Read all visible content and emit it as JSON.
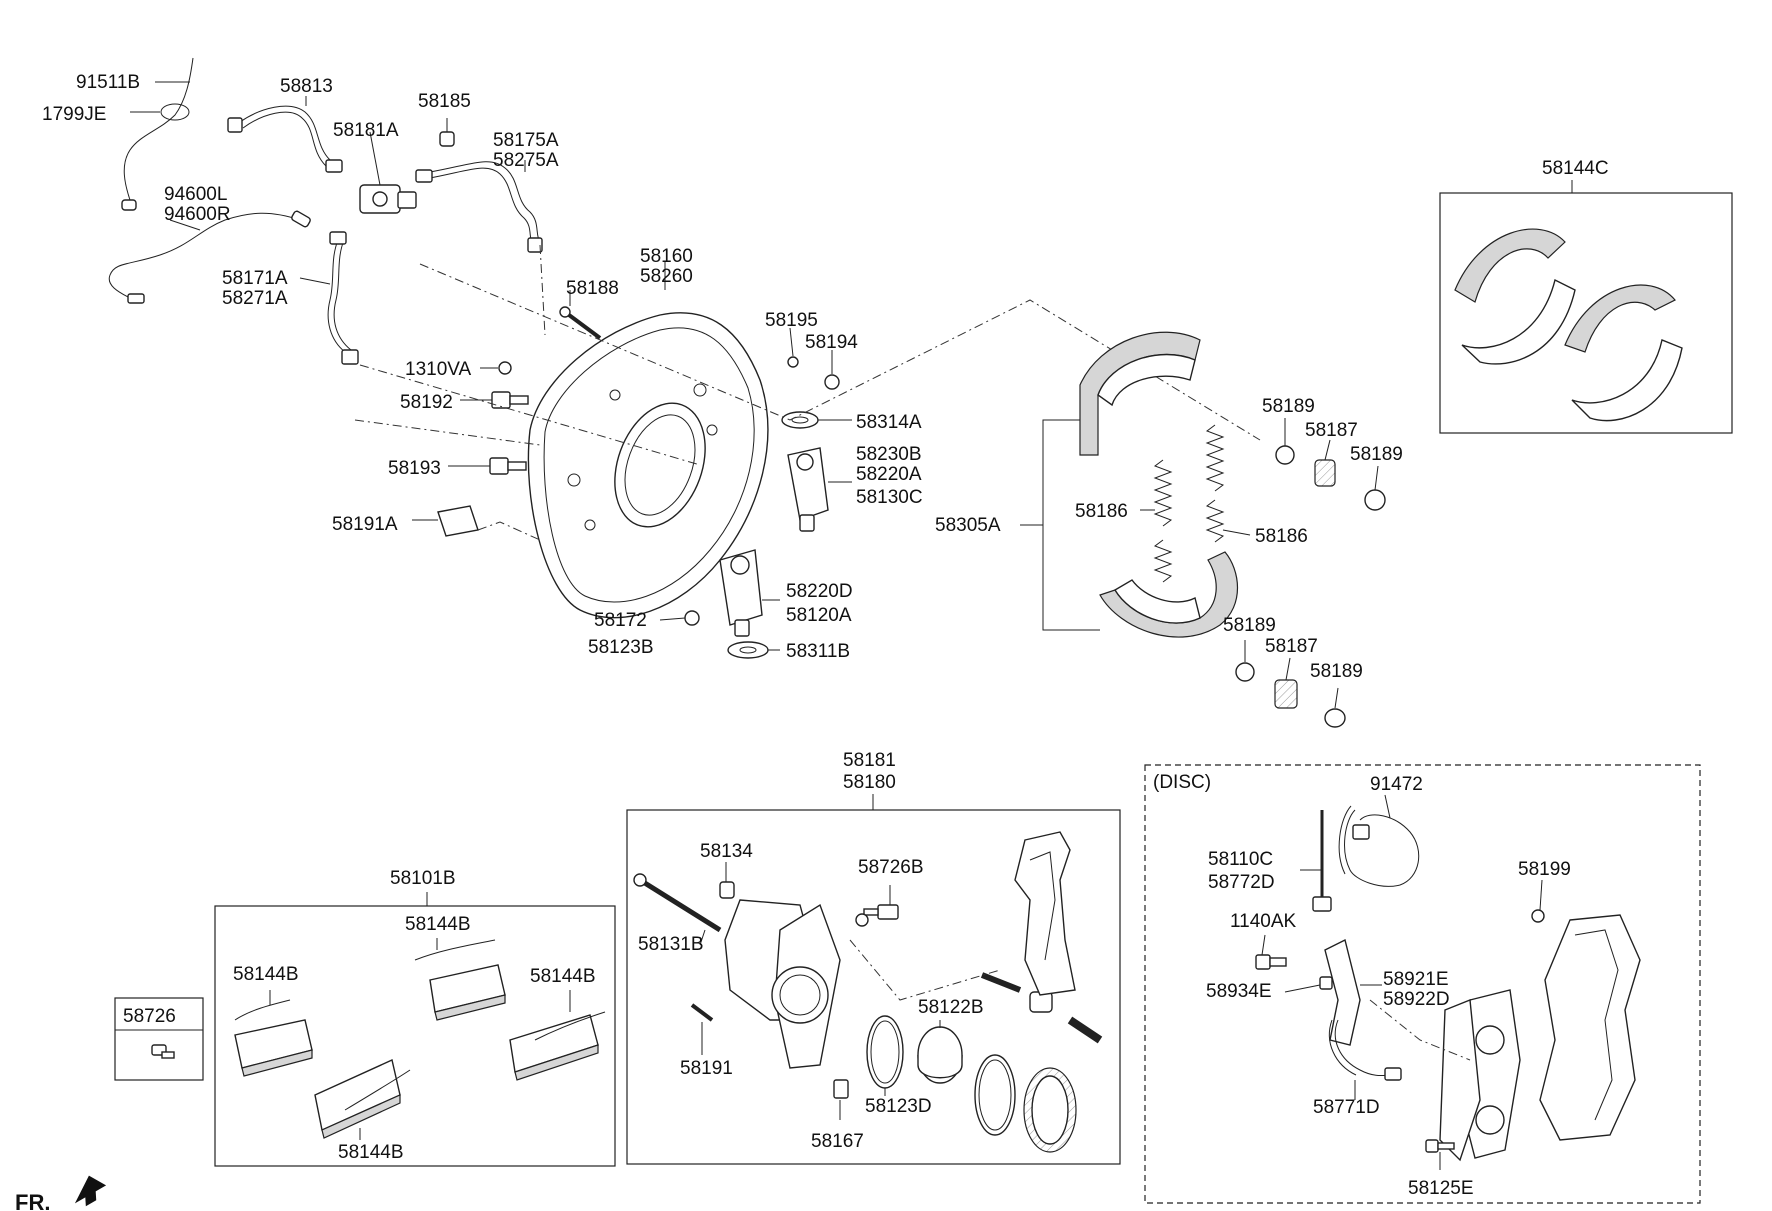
{
  "labels": {
    "p91511B": "91511B",
    "p1799JE": "1799JE",
    "p58813": "58813",
    "p58185": "58185",
    "p58181A": "58181A",
    "p58175A": "58175A",
    "p58275A": "58275A",
    "p94600L": "94600L",
    "p94600R": "94600R",
    "p58171A": "58171A",
    "p58271A": "58271A",
    "p58160": "58160",
    "p58260": "58260",
    "p58188": "58188",
    "p58195": "58195",
    "p58194": "58194",
    "p1310VA": "1310VA",
    "p58192": "58192",
    "p58314A": "58314A",
    "p58230B": "58230B",
    "p58220A": "58220A",
    "p58130C": "58130C",
    "p58193": "58193",
    "p58191A": "58191A",
    "p58220D": "58220D",
    "p58120A": "58120A",
    "p58172": "58172",
    "p58123B": "58123B",
    "p58311B": "58311B",
    "p58189a": "58189",
    "p58187a": "58187",
    "p58189b": "58189",
    "p58186a": "58186",
    "p58186b": "58186",
    "p58305A": "58305A",
    "p58189c": "58189",
    "p58187b": "58187",
    "p58189d": "58189",
    "p58144C": "58144C",
    "p58181": "58181",
    "p58180": "58180",
    "p58134": "58134",
    "p58726B": "58726B",
    "p58131B": "58131B",
    "p58122B": "58122B",
    "p58191": "58191",
    "p58123D": "58123D",
    "p58167": "58167",
    "p58101B": "58101B",
    "p58144Ba": "58144B",
    "p58144Bb": "58144B",
    "p58144Bc": "58144B",
    "p58144Bd": "58144B",
    "p58726": "58726",
    "disc": "(DISC)",
    "p91472": "91472",
    "p58110C": "58110C",
    "p58772D": "58772D",
    "p58199": "58199",
    "p1140AK": "1140AK",
    "p58934E": "58934E",
    "p58921E": "58921E",
    "p58922D": "58922D",
    "p58771D": "58771D",
    "p58125E": "58125E",
    "front": "FR."
  }
}
